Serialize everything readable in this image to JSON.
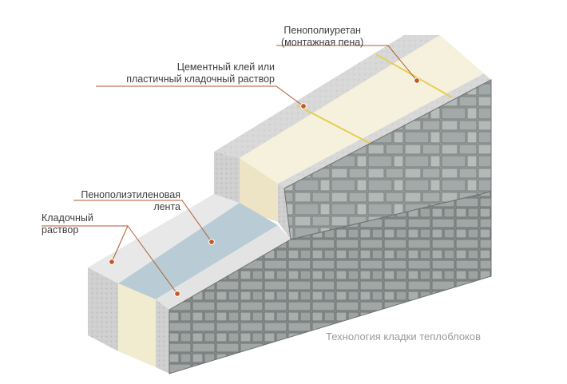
{
  "labels": {
    "polyurethane": [
      "Пенополиуретан",
      "(монтажная пена)"
    ],
    "glue": [
      "Цементный клей или",
      "пластичный кладочный раствор"
    ],
    "polyethylene": [
      "Пенополиэтиленовая",
      "лента"
    ],
    "mortar": [
      "Кладочный",
      "раствор"
    ]
  },
  "caption": "Технология кладки теплоблоков",
  "colors": {
    "leader": "#b05a2e",
    "dot": "#c25a24",
    "insulation": "#f6f1dc",
    "mortar_layer": "#e8e8e8",
    "tape": "#b9ccd6",
    "stone_face": "#9aa09f",
    "concrete": "#c8c8c8",
    "glue_line": "#e6d25a"
  }
}
